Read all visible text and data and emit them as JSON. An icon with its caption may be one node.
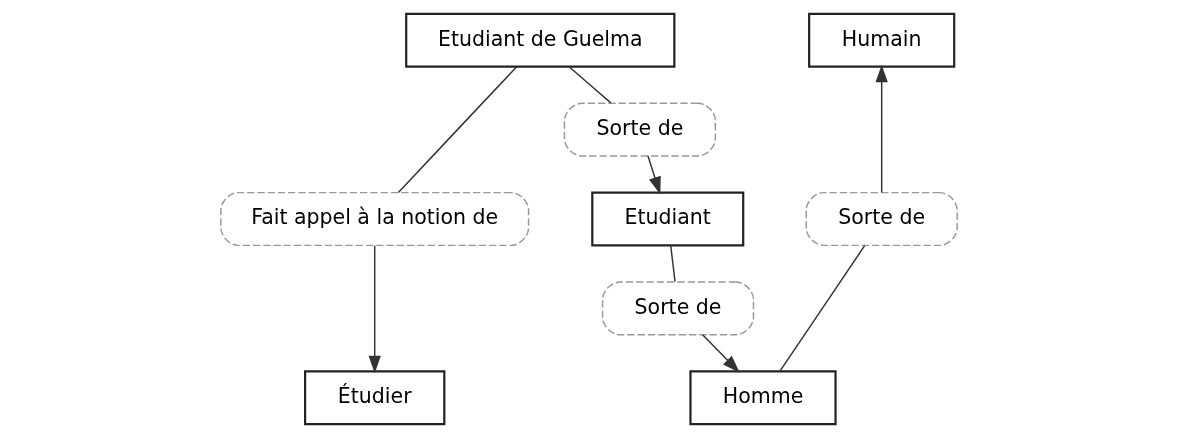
{
  "diagram": {
    "nodes": [
      {
        "text": [
          "Etudiant de Guelma"
        ]
      },
      {
        "text": [
          "Humain"
        ]
      },
      {
        "text": [
          "Sorte de"
        ]
      },
      {
        "text": [
          "Fait appel à la notion de"
        ]
      },
      {
        "text": [
          "Etudiant"
        ]
      },
      {
        "text": [
          "Sorte de"
        ]
      },
      {
        "text": [
          "Sorte de"
        ]
      },
      {
        "text": [
          "Étudier"
        ]
      },
      {
        "text": [
          "Homme"
        ]
      }
    ],
    "edges": [
      {
        "from": 0,
        "to": 2,
        "arrow": "none"
      },
      {
        "from": 2,
        "to": 4,
        "arrow": "to"
      },
      {
        "from": 0,
        "to": 3,
        "arrow": "none"
      },
      {
        "from": 3,
        "to": 7,
        "arrow": "to"
      },
      {
        "from": 4,
        "to": 6,
        "arrow": "none"
      },
      {
        "from": 6,
        "to": 8,
        "arrow": "to"
      },
      {
        "from": 8,
        "to": 5,
        "arrow": "none"
      },
      {
        "from": 5,
        "to": 1,
        "arrow": "to"
      }
    ]
  }
}
